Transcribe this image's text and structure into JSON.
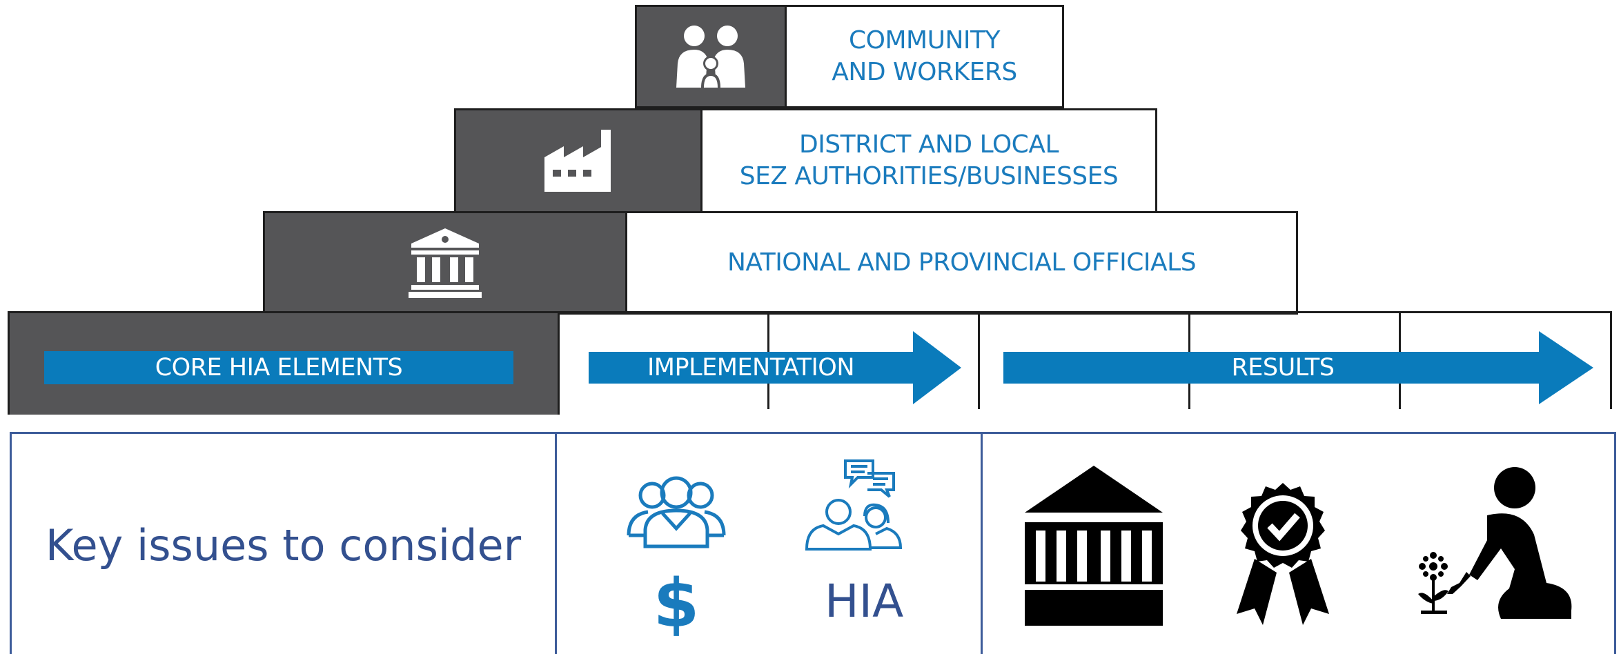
{
  "colors": {
    "dark_block": "#555557",
    "accent_blue": "#1a7bbd",
    "band_blue": "#0a7bbb",
    "navy": "#33508f",
    "outline": "#1e1e1e"
  },
  "tiers": [
    {
      "label": "COMMUNITY\nAND WORKERS",
      "icon": "family-icon"
    },
    {
      "label": "DISTRICT AND LOCAL\nSEZ AUTHORITIES/BUSINESSES",
      "icon": "factory-icon"
    },
    {
      "label": "NATIONAL AND PROVINCIAL OFFICIALS",
      "icon": "government-building-icon"
    }
  ],
  "bands": {
    "core": "CORE HIA ELEMENTS",
    "implementation": "IMPLEMENTATION",
    "results": "RESULTS"
  },
  "key_issues": {
    "label": "Key issues to consider",
    "implementation_icons": [
      "group-icon",
      "dollar-icon",
      "discussion-icon"
    ],
    "hia_label": "HIA",
    "results_icons": [
      "institution-icon",
      "award-ribbon-icon",
      "planting-person-icon"
    ]
  }
}
